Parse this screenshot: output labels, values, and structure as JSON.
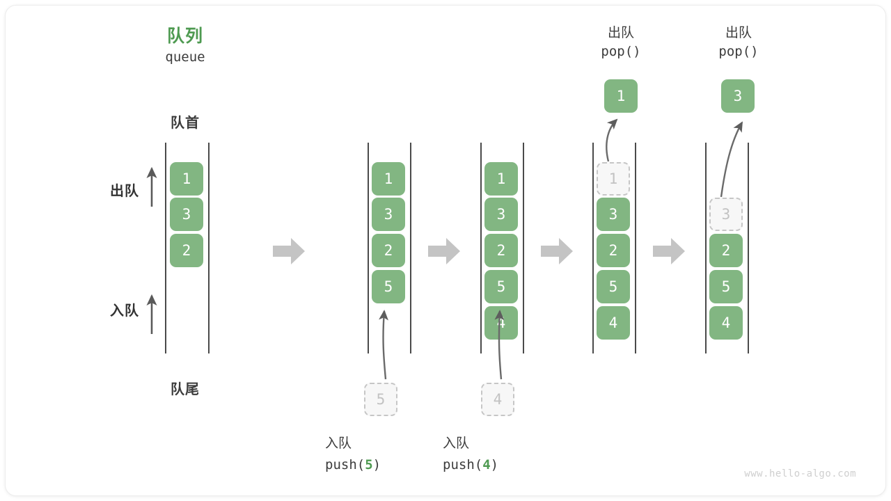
{
  "diagram": {
    "title_cn": "队列",
    "title_en": "queue",
    "front_label": "队首",
    "back_label": "队尾",
    "dequeue_label": "出队",
    "enqueue_label": "入队",
    "watermark": "www.hello-algo.com",
    "accent_color": "#4e9a51",
    "cell_color": "#82b682",
    "ghost_color": "#c2c2c2",
    "step_arrow_color": "#c4c4c4"
  },
  "columns": [
    {
      "id": "col-initial",
      "cells": [
        {
          "value": "1",
          "state": "filled"
        },
        {
          "value": "3",
          "state": "filled"
        },
        {
          "value": "2",
          "state": "filled"
        }
      ]
    },
    {
      "id": "col-after-push-5",
      "cells": [
        {
          "value": "1",
          "state": "filled"
        },
        {
          "value": "3",
          "state": "filled"
        },
        {
          "value": "2",
          "state": "filled"
        },
        {
          "value": "5",
          "state": "filled"
        }
      ]
    },
    {
      "id": "col-after-push-4",
      "cells": [
        {
          "value": "1",
          "state": "filled"
        },
        {
          "value": "3",
          "state": "filled"
        },
        {
          "value": "2",
          "state": "filled"
        },
        {
          "value": "5",
          "state": "filled"
        },
        {
          "value": "4",
          "state": "filled"
        }
      ]
    },
    {
      "id": "col-pop-1",
      "cells": [
        {
          "value": "1",
          "state": "ghost"
        },
        {
          "value": "3",
          "state": "filled"
        },
        {
          "value": "2",
          "state": "filled"
        },
        {
          "value": "5",
          "state": "filled"
        },
        {
          "value": "4",
          "state": "filled"
        }
      ]
    },
    {
      "id": "col-pop-3",
      "cells": [
        {
          "value": "",
          "state": "empty"
        },
        {
          "value": "3",
          "state": "ghost"
        },
        {
          "value": "2",
          "state": "filled"
        },
        {
          "value": "5",
          "state": "filled"
        },
        {
          "value": "4",
          "state": "filled"
        }
      ]
    }
  ],
  "operations": {
    "push_5": {
      "cn": "入队",
      "code_prefix": "push(",
      "code_value": "5",
      "code_suffix": ")",
      "ghost_value": "5"
    },
    "push_4": {
      "cn": "入队",
      "code_prefix": "push(",
      "code_value": "4",
      "code_suffix": ")",
      "ghost_value": "4"
    },
    "pop_1": {
      "cn": "出队",
      "code": "pop()",
      "popped_value": "1"
    },
    "pop_3": {
      "cn": "出队",
      "code": "pop()",
      "popped_value": "3"
    }
  }
}
